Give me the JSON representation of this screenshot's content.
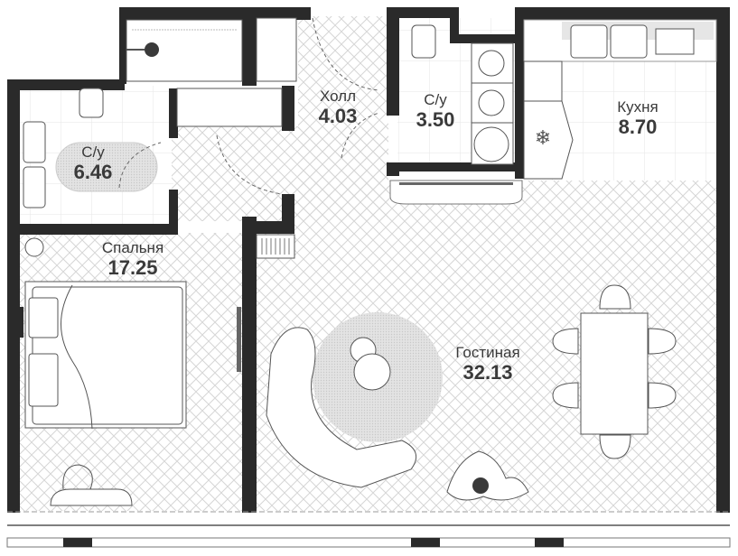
{
  "plan": {
    "colors": {
      "wall": "#2a2a2a",
      "floor_pattern": "#d6d6d6",
      "tile_line": "#e2e2e2",
      "rug": "#d9d9d9",
      "text": "#3a3a3a"
    },
    "rooms": [
      {
        "id": "bathroom-1",
        "name": "С/у",
        "area": "6.46"
      },
      {
        "id": "hall",
        "name": "Холл",
        "area": "4.03"
      },
      {
        "id": "bathroom-2",
        "name": "С/у",
        "area": "3.50"
      },
      {
        "id": "kitchen",
        "name": "Кухня",
        "area": "8.70"
      },
      {
        "id": "bedroom",
        "name": "Спальня",
        "area": "17.25"
      },
      {
        "id": "living-room",
        "name": "Гостиная",
        "area": "32.13"
      }
    ]
  }
}
